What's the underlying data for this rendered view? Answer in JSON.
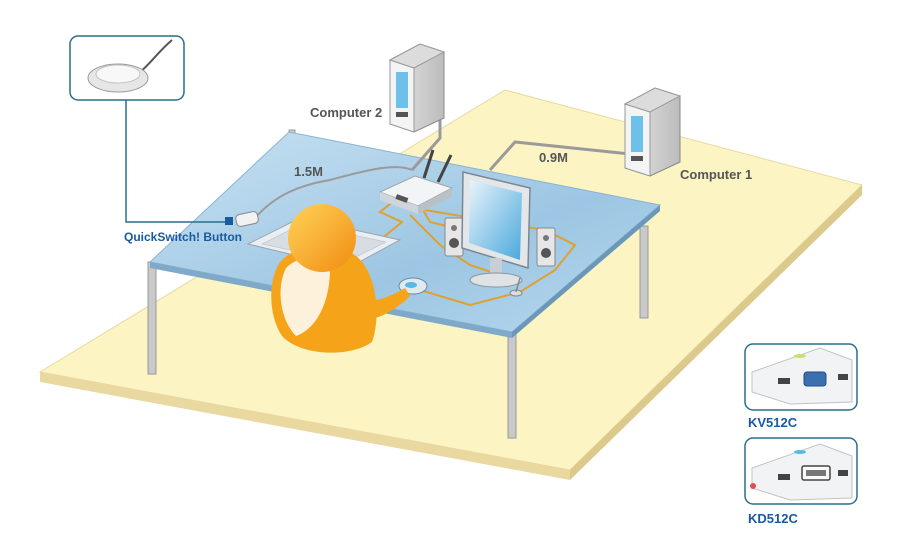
{
  "labels": {
    "computer2": "Computer 2",
    "computer1": "Computer 1",
    "cable_long": "1.5M",
    "cable_short": "0.9M",
    "quickswitch": "QuickSwitch! Button"
  },
  "models": [
    {
      "name": "KV512C",
      "icon": "vga-port-icon"
    },
    {
      "name": "KD512C",
      "icon": "dvi-port-icon"
    }
  ],
  "colors": {
    "floor": "#fdf4c4",
    "table_top": "#a8cfe8",
    "cable_orange": "#e0a030",
    "frame_teal": "#2a6f8a",
    "label_blue": "#1a5aa0",
    "person_orange": "#f5a41a"
  }
}
